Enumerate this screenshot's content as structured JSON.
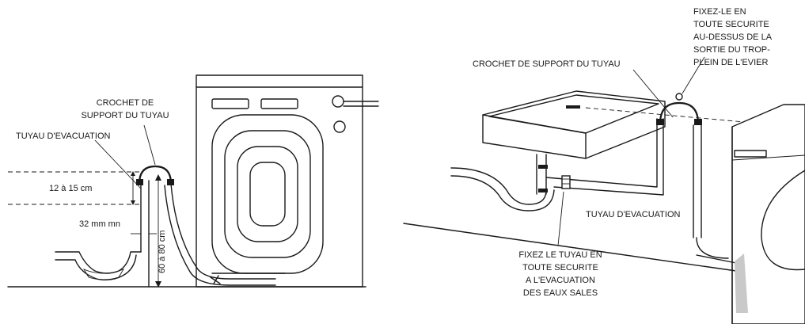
{
  "left_panel": {
    "label_hook": [
      "CROCHET DE",
      "SUPPORT DU TUYAU"
    ],
    "label_drain_hose": "TUYAU D'EVACUATION",
    "dim_height_range": "12 à 15 cm",
    "dim_diameter": "32 mm mn",
    "dim_vertical": "60 à 80 cm"
  },
  "right_panel": {
    "label_hook": "CROCHET DE SUPPORT DU TUYAU",
    "label_secure_above": [
      "FIXEZ-LE EN",
      "TOUTE SECURITE",
      "AU-DESSUS DE LA",
      "SORTIE DU TROP-",
      "PLEIN DE L'EVIER"
    ],
    "label_drain_hose": "TUYAU D'EVACUATION",
    "label_secure_waste": [
      "FIXEZ LE TUYAU EN",
      "TOUTE SECURITE",
      "A L'EVACUATION",
      "DES EAUX SALES"
    ]
  }
}
